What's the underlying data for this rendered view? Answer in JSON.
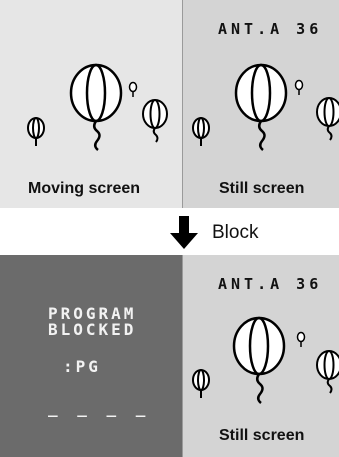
{
  "top_left": {
    "caption": "Moving screen"
  },
  "top_right": {
    "indicator": "ANT.A 36",
    "caption": "Still screen"
  },
  "transition": {
    "label": "Block"
  },
  "bottom_left": {
    "line1": "PROGRAM",
    "line2": "BLOCKED",
    "rating": ":PG",
    "code": "_ _ _ _"
  },
  "bottom_right": {
    "indicator": "ANT.A 36",
    "caption": "Still screen"
  },
  "colors": {
    "moving_bg": "#e6e6e6",
    "still_bg": "#d4d4d4",
    "blocked_bg": "#6b6b6b"
  }
}
